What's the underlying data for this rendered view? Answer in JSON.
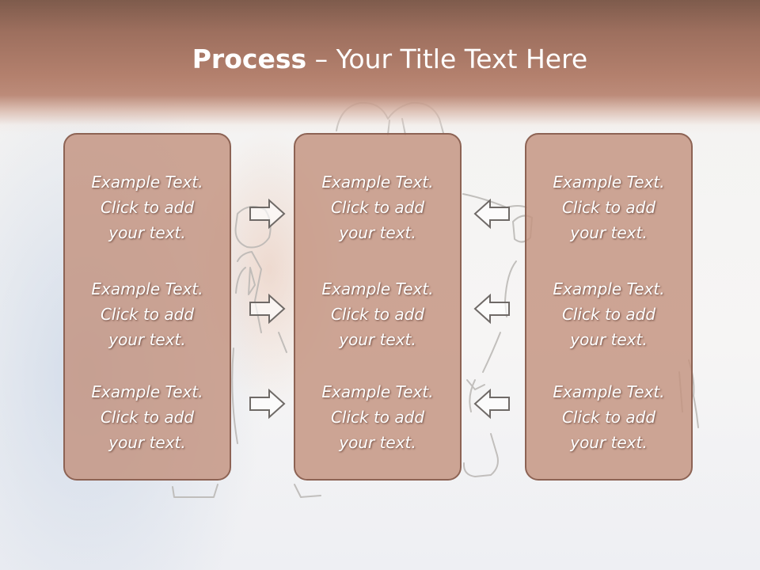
{
  "title": {
    "bold": "Process",
    "rest": " – Your Title Text Here"
  },
  "columns": [
    {
      "items": [
        "Example Text.\nClick  to add\nyour text.",
        "Example Text.\nClick  to add\nyour text.",
        "Example Text.\nClick  to add\nyour text."
      ]
    },
    {
      "items": [
        "Example Text.\nClick  to add\nyour text.",
        "Example Text.\nClick  to add\nyour text.",
        "Example Text.\nClick  to add\nyour text."
      ]
    },
    {
      "items": [
        "Example Text.\nClick  to add\nyour text.",
        "Example Text.\nClick  to add\nyour text.",
        "Example Text.\nClick  to add\nyour text."
      ]
    }
  ],
  "arrows": {
    "left_group": "arrow-right-icon",
    "right_group": "arrow-left-icon"
  },
  "colors": {
    "header": "#b3806d",
    "box_fill": "#c3927f",
    "box_border": "#8d6354",
    "text": "#ffffff"
  }
}
